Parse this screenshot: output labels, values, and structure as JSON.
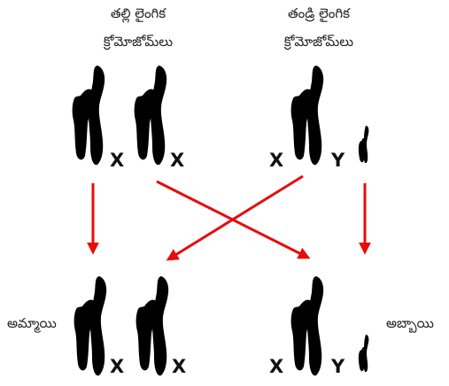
{
  "header": {
    "mother_line1": "తల్లి లైంగిక",
    "mother_line2": "క్రోమోజోమ్‌లు",
    "father_line1": "తండ్రి లైంగిక",
    "father_line2": "క్రోమోజోమ్‌లు"
  },
  "children": {
    "daughter": "అమ్మాయి",
    "son": "అబ్బాయి"
  },
  "chromosome_labels": {
    "mother_left": "X",
    "mother_right": "X",
    "father_x": "X",
    "father_y": "Y",
    "daughter_left": "X",
    "daughter_right": "X",
    "son_x": "X",
    "son_y": "Y"
  },
  "colors": {
    "chromosome": "#a7a7a7",
    "arrow": "#e60d0d",
    "text": "#111111"
  }
}
